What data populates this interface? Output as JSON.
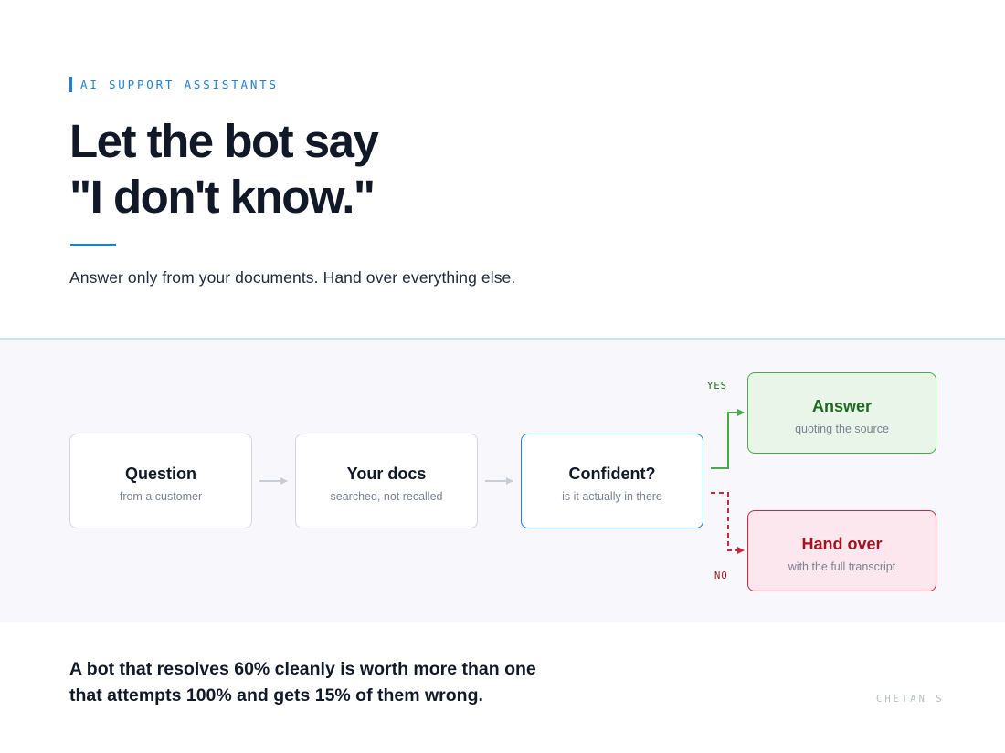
{
  "header": {
    "eyebrow": "AI SUPPORT ASSISTANTS",
    "headline_line1": "Let the bot say",
    "headline_line2": "\"I don't know.\"",
    "subtitle": "Answer only from your documents. Hand over everything else."
  },
  "flow": {
    "steps": [
      {
        "title": "Question",
        "subtitle": "from a customer"
      },
      {
        "title": "Your docs",
        "subtitle": "searched, not recalled"
      },
      {
        "title": "Confident?",
        "subtitle": "is it actually in there"
      }
    ],
    "outcomes": {
      "yes": {
        "label": "YES",
        "title": "Answer",
        "subtitle": "quoting the source"
      },
      "no": {
        "label": "NO",
        "title": "Hand over",
        "subtitle": "with the full transcript"
      }
    }
  },
  "footer": {
    "takeaway_line1": "A bot that resolves 60% cleanly is worth more than one",
    "takeaway_line2": "that attempts 100% and gets 15% of them wrong.",
    "author": "CHETAN S"
  },
  "colors": {
    "accent": "#1e7fd6",
    "yes": "#4aaa47",
    "no": "#c8283a",
    "neutral_arrow": "#c9ccd4"
  }
}
